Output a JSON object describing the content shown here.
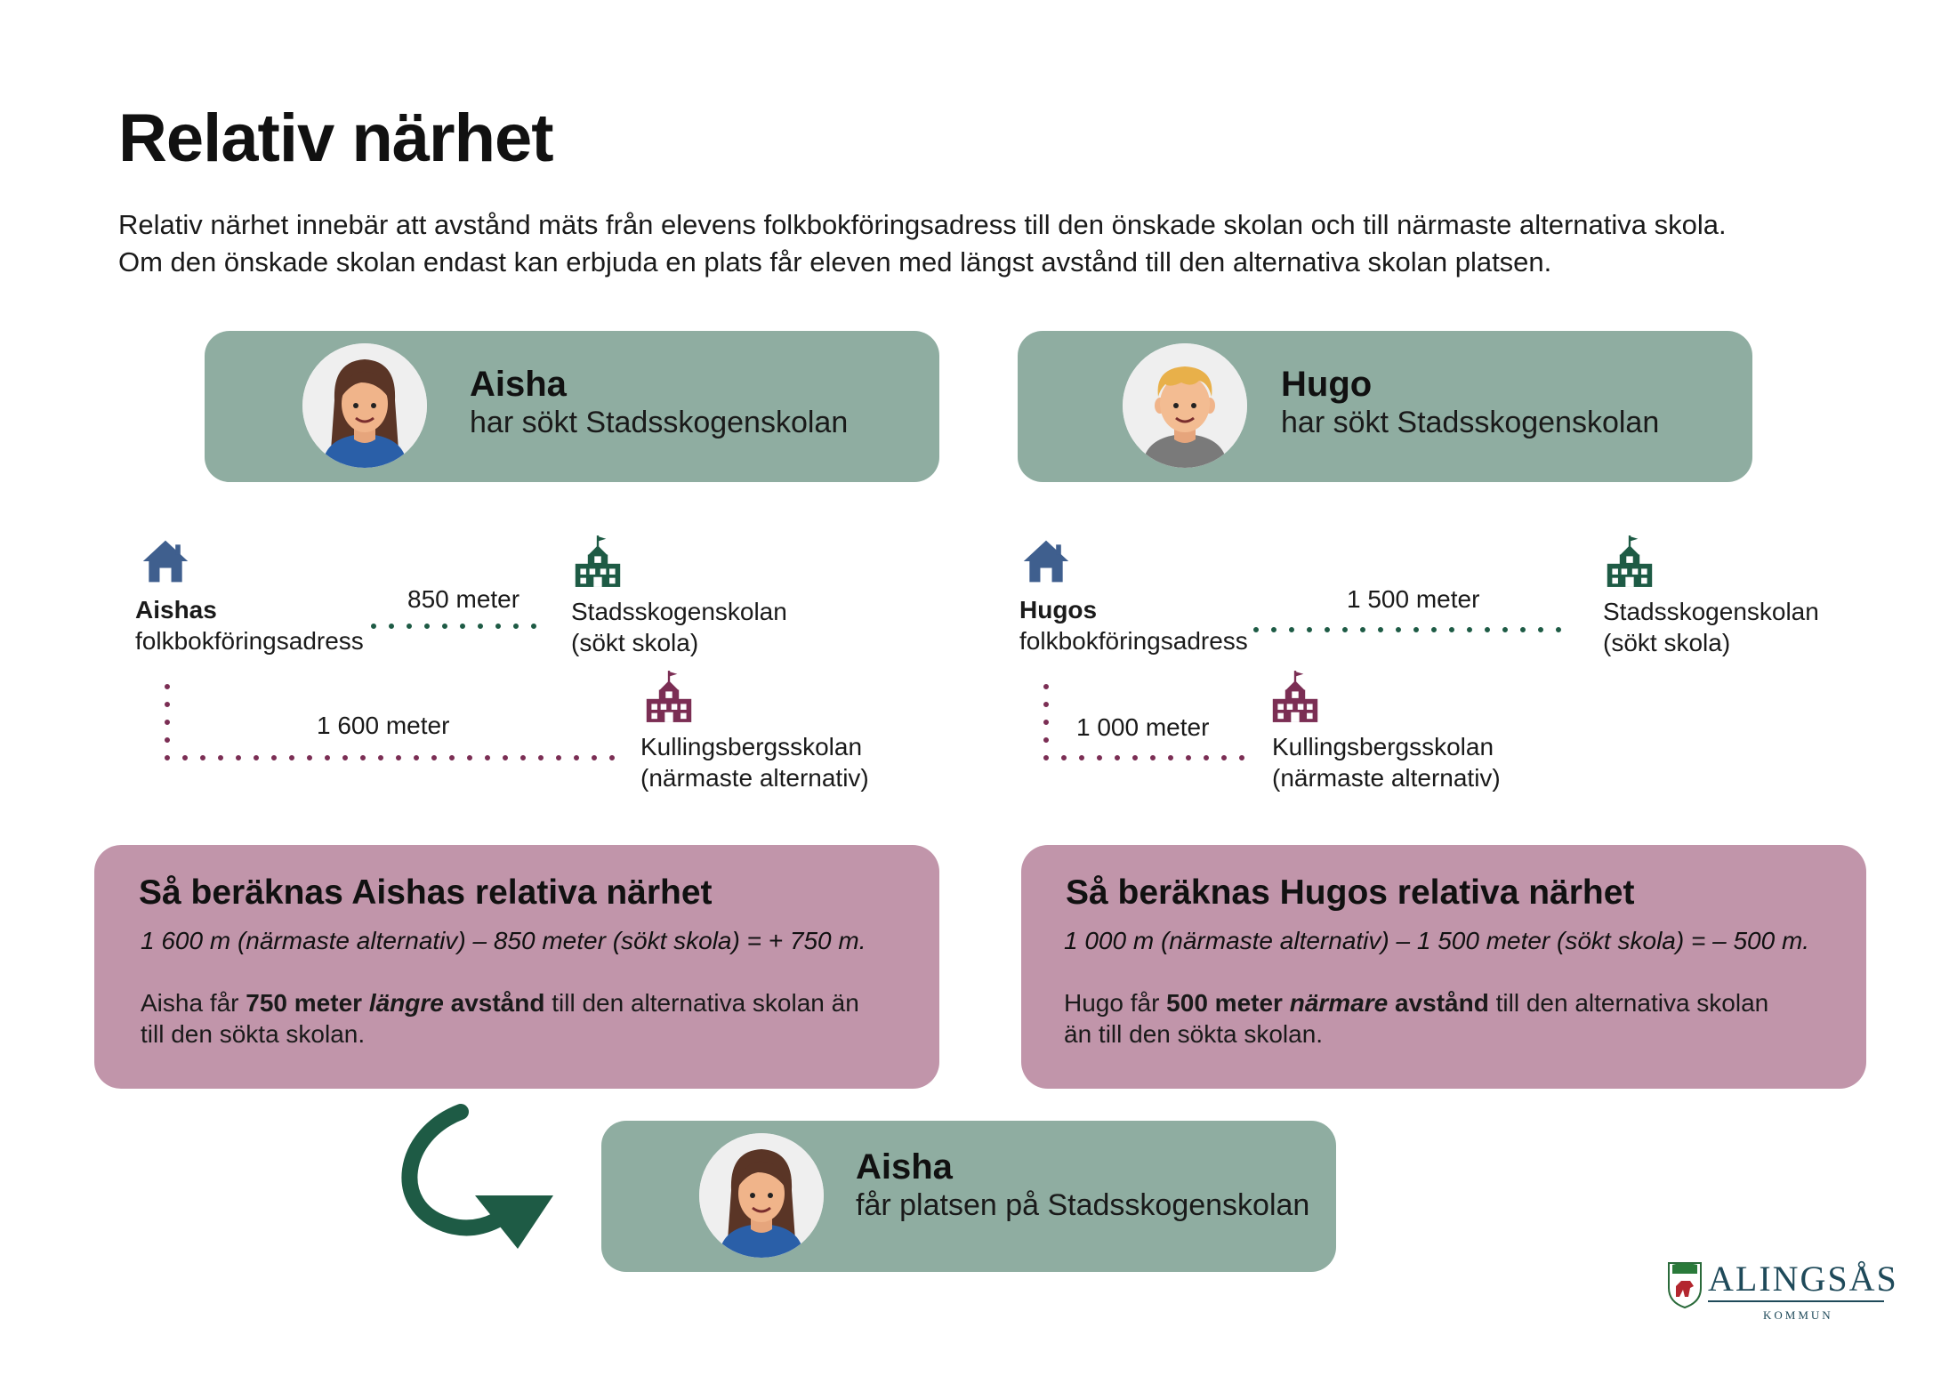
{
  "title": "Relativ närhet",
  "intro": {
    "line1": "Relativ närhet innebär att avstånd mäts från elevens folkbokföringsadress till den önskade skolan och till närmaste alternativa skola.",
    "line2": "Om den önskade skolan endast kan erbjuda en plats får eleven med längst avstånd till den alternativa skolan platsen."
  },
  "colors": {
    "card_green": "#8fada1",
    "card_pink": "#c195aa",
    "home_blue": "#3f5f8e",
    "school_green": "#1e5b45",
    "school_purple": "#7b2e54",
    "arrow_green": "#1e5b45"
  },
  "aisha": {
    "card": {
      "name": "Aisha",
      "subtitle": "har sökt Stadsskogenskolan"
    },
    "home": {
      "name": "Aishas",
      "label": "folkbokföringsadress",
      "icon": "home-icon"
    },
    "sought": {
      "name": "Stadsskogenskolan",
      "note": "(sökt skola)",
      "distance": "850 meter",
      "icon": "school-icon"
    },
    "alternative": {
      "name": "Kullingsbergsskolan",
      "note": "(närmaste alternativ)",
      "distance": "1 600 meter",
      "icon": "school-icon"
    },
    "calc": {
      "title": "Så beräknas Aishas relativa närhet",
      "formula": "1 600 m (närmaste alternativ) – 850 meter (sökt skola) = + 750 m.",
      "result_prefix": "Aisha får ",
      "result_bold1": "750 meter ",
      "result_bold_italic": "längre",
      "result_bold2": " avstånd",
      "result_suffix": " till den alternativa skolan än till den sökta skolan."
    }
  },
  "hugo": {
    "card": {
      "name": "Hugo",
      "subtitle": "har sökt Stadsskogenskolan"
    },
    "home": {
      "name": "Hugos",
      "label": "folkbokföringsadress",
      "icon": "home-icon"
    },
    "sought": {
      "name": "Stadsskogenskolan",
      "note": "(sökt skola)",
      "distance": "1 500 meter",
      "icon": "school-icon"
    },
    "alternative": {
      "name": "Kullingsbergsskolan",
      "note": "(närmaste alternativ)",
      "distance": "1 000 meter",
      "icon": "school-icon"
    },
    "calc": {
      "title": "Så beräknas Hugos relativa närhet",
      "formula": "1 000 m (närmaste alternativ) – 1 500 meter (sökt skola) = – 500 m.",
      "result_prefix": "Hugo får ",
      "result_bold1": "500 meter ",
      "result_bold_italic": "närmare",
      "result_bold2": " avstånd",
      "result_suffix": " till den alternativa skolan än till den sökta skolan."
    }
  },
  "result": {
    "name": "Aisha",
    "subtitle": "får platsen på Stadsskogenskolan"
  },
  "logo": {
    "name": "ALINGSÅS",
    "sub": "KOMMUN"
  }
}
